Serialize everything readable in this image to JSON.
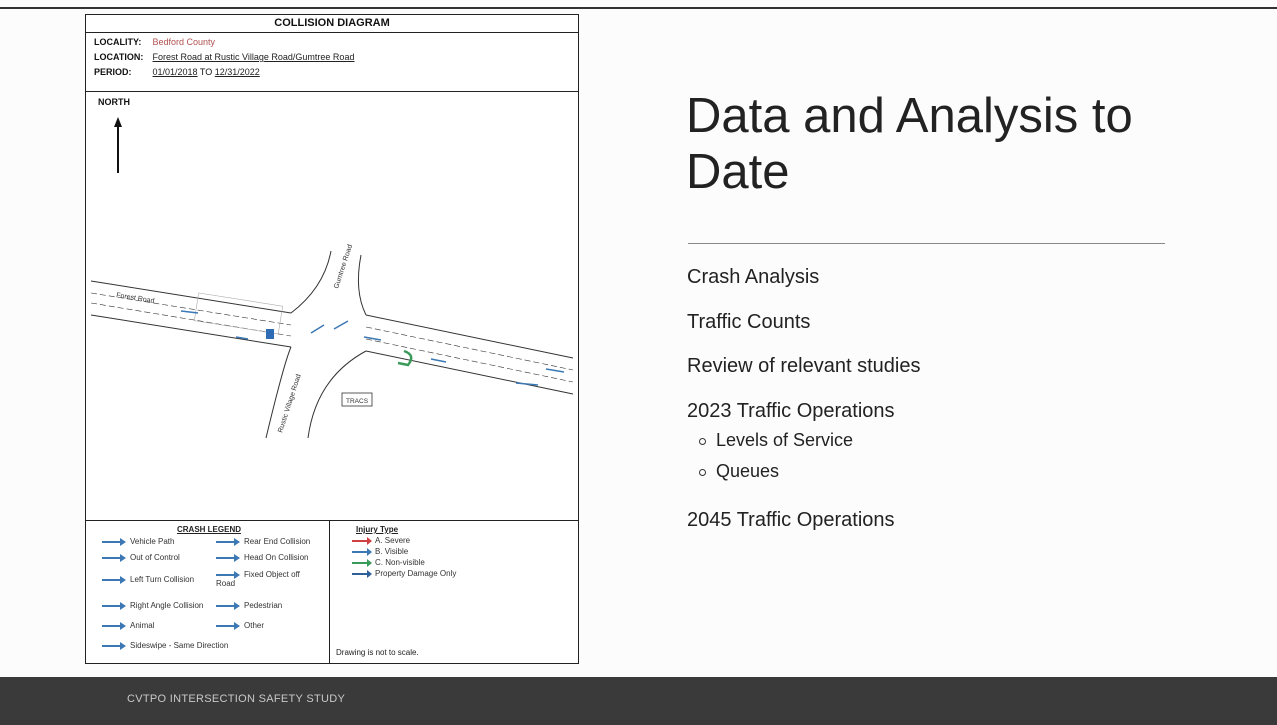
{
  "slide": {
    "title": "Data and Analysis to Date",
    "bullets": [
      {
        "label": "Crash Analysis"
      },
      {
        "label": "Traffic Counts"
      },
      {
        "label": "Review of relevant studies"
      },
      {
        "label": "2023 Traffic Operations",
        "sub": [
          "Levels of Service",
          "Queues"
        ]
      },
      {
        "label": "2045 Traffic Operations"
      }
    ],
    "footer": "CVTPO INTERSECTION SAFETY STUDY"
  },
  "diagram": {
    "title": "COLLISION DIAGRAM",
    "locality_label": "LOCALITY:",
    "locality_value": "Bedford County",
    "location_label": "LOCATION:",
    "location_value": "Forest Road at Rustic Village Road/Gumtree Road",
    "period_label": "PERIOD:",
    "period_from": "01/01/2018",
    "period_to_word": "TO",
    "period_to": "12/31/2022",
    "north": "NORTH",
    "roads": {
      "forest": "Forest Road",
      "gumtree": "Gumtree Road",
      "rustic": "Rustic Village Road"
    },
    "tracs": "TRACS",
    "legend_title": "CRASH LEGEND",
    "legend": {
      "vehicle_path": "Vehicle Path",
      "rear_end": "Rear End Collision",
      "out_of_control": "Out of Control",
      "head_on": "Head On Collision",
      "left_turn": "Left Turn Collision",
      "fixed_object": "Fixed Object off Road",
      "right_angle": "Right Angle Collision",
      "pedestrian": "Pedestrian",
      "animal": "Animal",
      "other": "Other",
      "sideswipe": "Sideswipe - Same Direction"
    },
    "injury_title": "Injury Type",
    "injury": [
      {
        "label": "A. Severe",
        "color": "#d04040"
      },
      {
        "label": "B. Visible",
        "color": "#3b78b4"
      },
      {
        "label": "C. Non-visible",
        "color": "#3a9a5a"
      },
      {
        "label": "Property Damage Only",
        "color": "#2f5f9a"
      }
    ],
    "note": "Drawing is not to scale."
  }
}
